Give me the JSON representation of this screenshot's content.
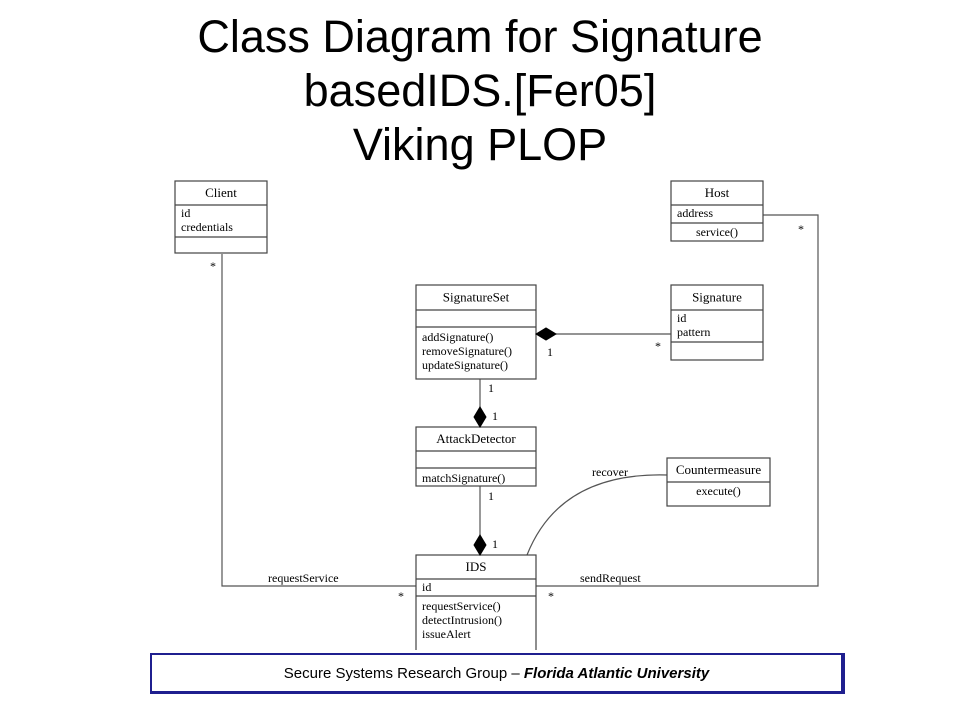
{
  "title": {
    "line1": "Class Diagram for Signature",
    "line2": "basedIDS.[Fer05]",
    "line3": "Viking PLOP"
  },
  "footer": {
    "group": "Secure Systems Research Group",
    "separator": " – ",
    "university": "Florida Atlantic University"
  },
  "diagram": {
    "classes": [
      {
        "key": "client",
        "name": "Client",
        "attributes": [
          "id",
          "credentials"
        ],
        "operations": []
      },
      {
        "key": "host",
        "name": "Host",
        "attributes": [
          "address"
        ],
        "operations": [
          "service()"
        ]
      },
      {
        "key": "signatureset",
        "name": "SignatureSet",
        "attributes": [],
        "operations": [
          "addSignature()",
          "removeSignature()",
          "updateSignature()"
        ]
      },
      {
        "key": "signature",
        "name": "Signature",
        "attributes": [
          "id",
          "pattern"
        ],
        "operations": []
      },
      {
        "key": "attackdetector",
        "name": "AttackDetector",
        "attributes": [],
        "operations": [
          "matchSignature()"
        ]
      },
      {
        "key": "countermeasure",
        "name": "Countermeasure",
        "attributes": [],
        "operations": [
          "execute()"
        ]
      },
      {
        "key": "ids",
        "name": "IDS",
        "attributes": [
          "id"
        ],
        "operations": [
          "requestService()",
          "detectIntrusion()",
          "issueAlert"
        ]
      }
    ],
    "relations": [
      {
        "key": "client-ids",
        "from": "Client",
        "to": "IDS",
        "label": "requestService",
        "from_mult": "*",
        "to_mult": "*"
      },
      {
        "key": "host-ids",
        "from": "Host",
        "to": "IDS",
        "label": "sendRequest",
        "from_mult": "*",
        "to_mult": "*"
      },
      {
        "key": "signatureset-signature",
        "from": "SignatureSet",
        "to": "Signature",
        "kind": "composition",
        "from_mult": "1",
        "to_mult": "*"
      },
      {
        "key": "signatureset-attackdetector",
        "from": "SignatureSet",
        "to": "AttackDetector",
        "kind": "composition",
        "from_mult": "1",
        "to_mult": "1"
      },
      {
        "key": "attackdetector-ids",
        "from": "AttackDetector",
        "to": "IDS",
        "kind": "composition",
        "from_mult": "1",
        "to_mult": "1"
      },
      {
        "key": "ids-countermeasure",
        "from": "IDS",
        "to": "Countermeasure",
        "label": "recover"
      }
    ]
  }
}
